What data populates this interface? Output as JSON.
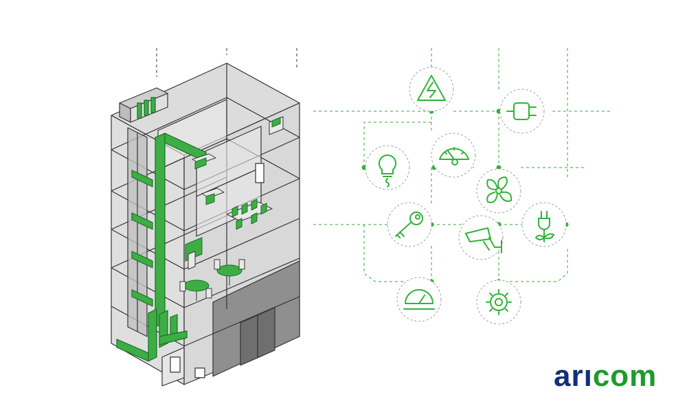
{
  "brand": {
    "part_a": "arı",
    "part_b": "com",
    "color_a": "#12307a",
    "color_b": "#1f9a2c"
  },
  "colors": {
    "accent_green": "#2fb337",
    "pipe_green": "#3cae45",
    "line_dark": "#333333",
    "wall_light": "#e6e6e6",
    "wall_mid": "#cfcfcf",
    "wall_dark": "#9e9e9e",
    "dashed_network": "#2fa83a"
  },
  "diagram": {
    "subject": "building-systems-network",
    "icons": [
      {
        "name": "high-voltage-warning-icon"
      },
      {
        "name": "power-plug-icon"
      },
      {
        "name": "light-bulb-icon"
      },
      {
        "name": "gauge-meter-icon"
      },
      {
        "name": "ventilation-fan-icon"
      },
      {
        "name": "access-key-icon"
      },
      {
        "name": "security-camera-icon"
      },
      {
        "name": "eco-plug-icon"
      },
      {
        "name": "speedometer-icon"
      },
      {
        "name": "gear-settings-icon"
      }
    ]
  }
}
